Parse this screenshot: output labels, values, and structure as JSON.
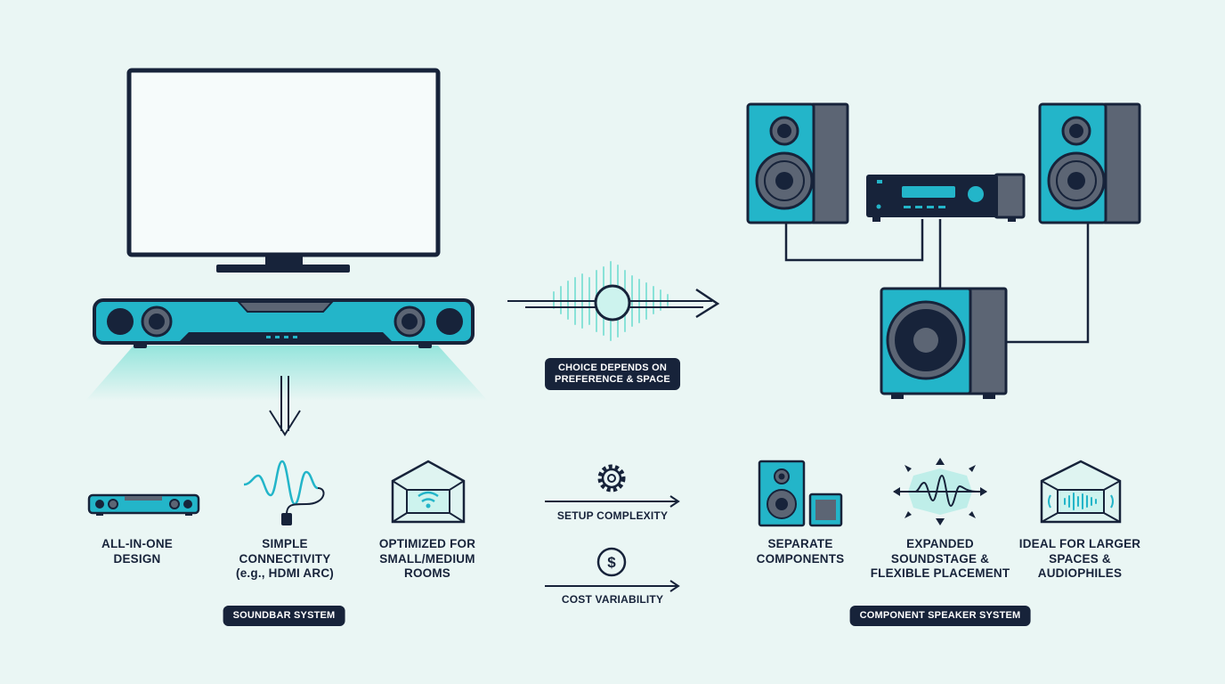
{
  "colors": {
    "background": "#eaf6f4",
    "ink": "#17233a",
    "accent": "#23b5c9",
    "accent_light": "#bfeee9",
    "grey": "#5c6574"
  },
  "center": {
    "choice_note": "CHOICE DEPENDS ON\nPREFERENCE & SPACE"
  },
  "soundbar": {
    "system_label": "SOUNDBAR SYSTEM",
    "features": [
      {
        "icon": "mini-soundbar-icon",
        "label": "ALL-IN-ONE\nDESIGN"
      },
      {
        "icon": "hdmi-wave-icon",
        "label": "SIMPLE\nCONNECTIVITY\n(e.g., HDMI ARC)"
      },
      {
        "icon": "small-room-icon",
        "label": "OPTIMIZED FOR\nSMALL/MEDIUM\nROOMS"
      }
    ]
  },
  "comparison": {
    "setup_label": "SETUP COMPLEXITY",
    "setup_icon": "gear-icon",
    "cost_label": "COST VARIABILITY",
    "cost_icon": "dollar-icon"
  },
  "component": {
    "system_label": "COMPONENT SPEAKER SYSTEM",
    "features": [
      {
        "icon": "speaker-components-icon",
        "label": "SEPARATE\nCOMPONENTS"
      },
      {
        "icon": "expanded-soundstage-icon",
        "label": "EXPANDED\nSOUNDSTAGE &\nFLEXIBLE PLACEMENT"
      },
      {
        "icon": "large-room-icon",
        "label": "IDEAL FOR LARGER\nSPACES &\nAUDIOPHILES"
      }
    ]
  }
}
